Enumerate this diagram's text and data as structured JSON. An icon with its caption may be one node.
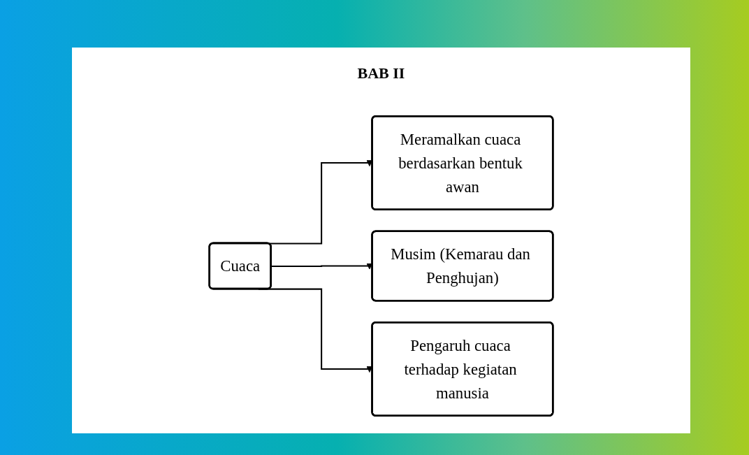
{
  "diagram": {
    "title": "BAB II",
    "nodes": [
      {
        "text": [
          "Cuaca"
        ]
      },
      {
        "text": [
          "Meramalkan cuaca berdasarkan bentuk awan"
        ]
      },
      {
        "text": [
          "Musim (Kemarau dan Penghujan)"
        ]
      },
      {
        "text": [
          "Pengaruh cuaca terhadap kegiatan manusia"
        ]
      }
    ],
    "edges": [
      {
        "from": 0,
        "to": 1,
        "arrow": "to"
      },
      {
        "from": 0,
        "to": 2,
        "arrow": "to"
      },
      {
        "from": 0,
        "to": 3,
        "arrow": "to"
      }
    ]
  }
}
